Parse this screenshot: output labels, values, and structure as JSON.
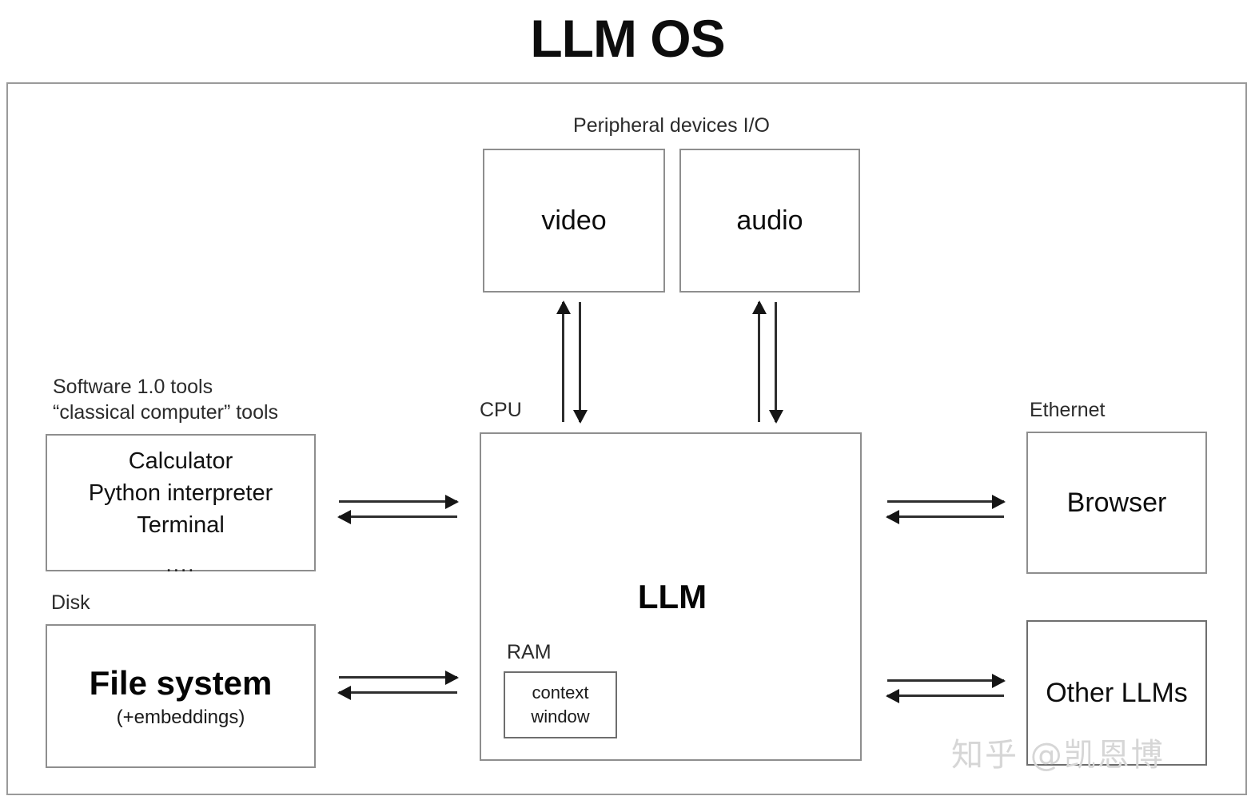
{
  "title": "LLM OS",
  "peripheral": {
    "caption": "Peripheral devices I/O",
    "video_label": "video",
    "audio_label": "audio"
  },
  "software": {
    "caption_line1": "Software 1.0 tools",
    "caption_line2": "“classical computer” tools",
    "items": [
      "Calculator",
      "Python interpreter",
      "Terminal"
    ],
    "ellipsis": "...."
  },
  "disk": {
    "caption": "Disk",
    "title": "File system",
    "subtitle": "(+embeddings)"
  },
  "cpu": {
    "caption": "CPU",
    "llm_label": "LLM",
    "ram_caption": "RAM",
    "context_line1": "context",
    "context_line2": "window"
  },
  "network": {
    "ethernet_caption": "Ethernet",
    "browser_label": "Browser",
    "other_llms_label": "Other LLMs"
  },
  "watermark": "知乎 @凯恩博",
  "colors": {
    "frame": "#9a9a9a",
    "box_border": "#8e8e8e",
    "arrow": "#2e2e2e",
    "text": "#1a1a1a",
    "watermark": "#d6d6d6"
  }
}
